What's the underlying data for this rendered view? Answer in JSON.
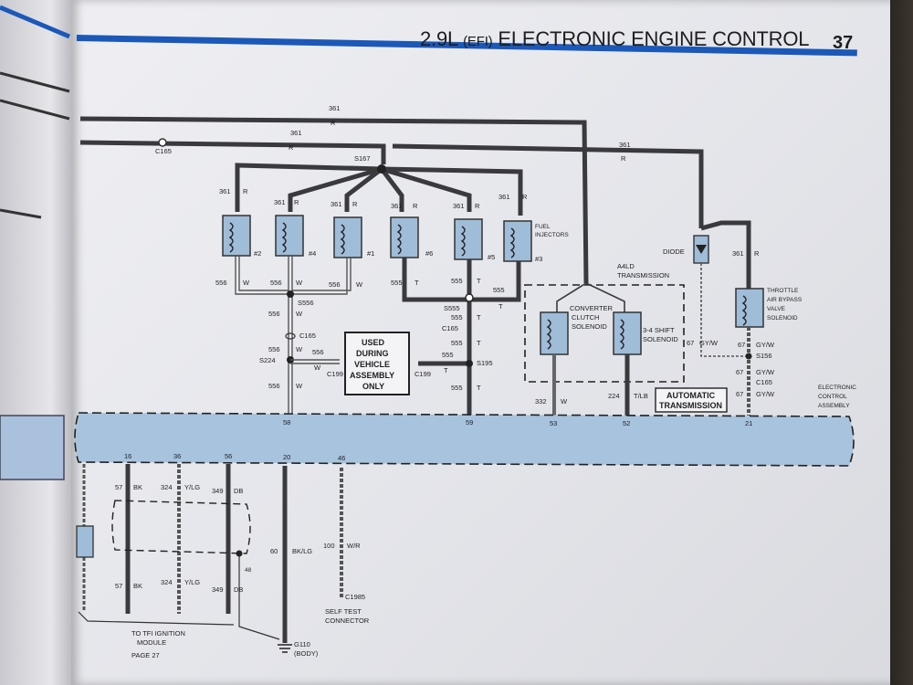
{
  "header": {
    "title_main": "2.9L",
    "title_efi": "(EFI)",
    "title_rest": "ELECTRONIC ENGINE CONTROL",
    "page_number": "37"
  },
  "top_wires": [
    {
      "circuit": "361",
      "color": "R"
    },
    {
      "circuit": "361",
      "color": "R"
    },
    {
      "circuit": "361",
      "color": "R"
    }
  ],
  "connectors": {
    "c165_top": "C165",
    "s167": "S167",
    "s556": "S556",
    "s555": "S555",
    "c165_mid": "C165",
    "c165_mid_right": "C165",
    "s224": "S224",
    "c199_left": "C199",
    "c199_right": "C199",
    "s195": "S195",
    "s156": "S156",
    "c165_right": "C165"
  },
  "injectors": [
    {
      "number": "#2",
      "power": "361",
      "power_color": "R",
      "signal": "556",
      "signal_color": "W"
    },
    {
      "number": "#4",
      "power": "361",
      "power_color": "R",
      "signal": "556",
      "signal_color": "W"
    },
    {
      "number": "#1",
      "power": "361",
      "power_color": "R",
      "signal": "556",
      "signal_color": "W"
    },
    {
      "number": "#6",
      "power": "361",
      "power_color": "R",
      "signal": "555",
      "signal_color": "T"
    },
    {
      "number": "#5",
      "power": "361",
      "power_color": "R",
      "signal": "555",
      "signal_color": "T"
    },
    {
      "number": "#3",
      "power": "361",
      "power_color": "R",
      "signal": "555",
      "signal_color": "T"
    }
  ],
  "fuel_injectors_label_1": "FUEL",
  "fuel_injectors_label_2": "INJECTORS",
  "trunk_556": [
    {
      "circuit": "556",
      "color": "W"
    },
    {
      "circuit": "556",
      "color": "W"
    },
    {
      "circuit": "556",
      "color": "W"
    },
    {
      "circuit": "556",
      "color": "W"
    }
  ],
  "trunk_555": [
    {
      "circuit": "555",
      "color": "T"
    },
    {
      "circuit": "555",
      "color": "T"
    },
    {
      "circuit": "555",
      "color": "T"
    },
    {
      "circuit": "555",
      "color": "T"
    }
  ],
  "used_during": {
    "line1": "USED",
    "line2": "DURING",
    "line3": "VEHICLE",
    "line4": "ASSEMBLY",
    "line5": "ONLY"
  },
  "transmission": {
    "a4ld_1": "A4LD",
    "a4ld_2": "TRANSMISSION",
    "converter_1": "CONVERTER",
    "converter_2": "CLUTCH",
    "converter_3": "SOLENOID",
    "shift_1": "3-4 SHIFT",
    "shift_2": "SOLENOID",
    "auto_1": "AUTOMATIC",
    "auto_2": "TRANSMISSION",
    "wire_332": "332",
    "wire_332_color": "W",
    "wire_224": "224",
    "wire_224_color": "T/LB"
  },
  "diode_label": "DIODE",
  "throttle": {
    "line1": "THROTTLE",
    "line2": "AIR BYPASS",
    "line3": "VALVE",
    "line4": "SOLENOID",
    "wire_361": "361",
    "wire_361_color": "R",
    "wire_67": "67",
    "wire_67_color": "GY/W"
  },
  "eec": {
    "line1": "ELECTRONIC",
    "line2": "CONTROL",
    "line3": "ASSEMBLY",
    "pins_top": [
      "58",
      "59",
      "53",
      "52",
      "21"
    ],
    "pins_bottom": [
      "16",
      "36",
      "56",
      "20",
      "46"
    ]
  },
  "lower_wires": [
    {
      "circuit": "57",
      "color": "BK"
    },
    {
      "circuit": "324",
      "color": "Y/LG"
    },
    {
      "circuit": "349",
      "color": "DB"
    },
    {
      "circuit": "60",
      "color": "BK/LG"
    },
    {
      "circuit": "100",
      "color": "W/R"
    }
  ],
  "bottom": {
    "tfi_1": "TO TFI IGNITION",
    "tfi_2": "MODULE",
    "tfi_3": "PAGE 27",
    "g110": "G110",
    "body": "(BODY)",
    "c1985": "C1985",
    "self_test_1": "SELF  TEST",
    "self_test_2": "CONNECTOR",
    "wire_48": "48"
  }
}
